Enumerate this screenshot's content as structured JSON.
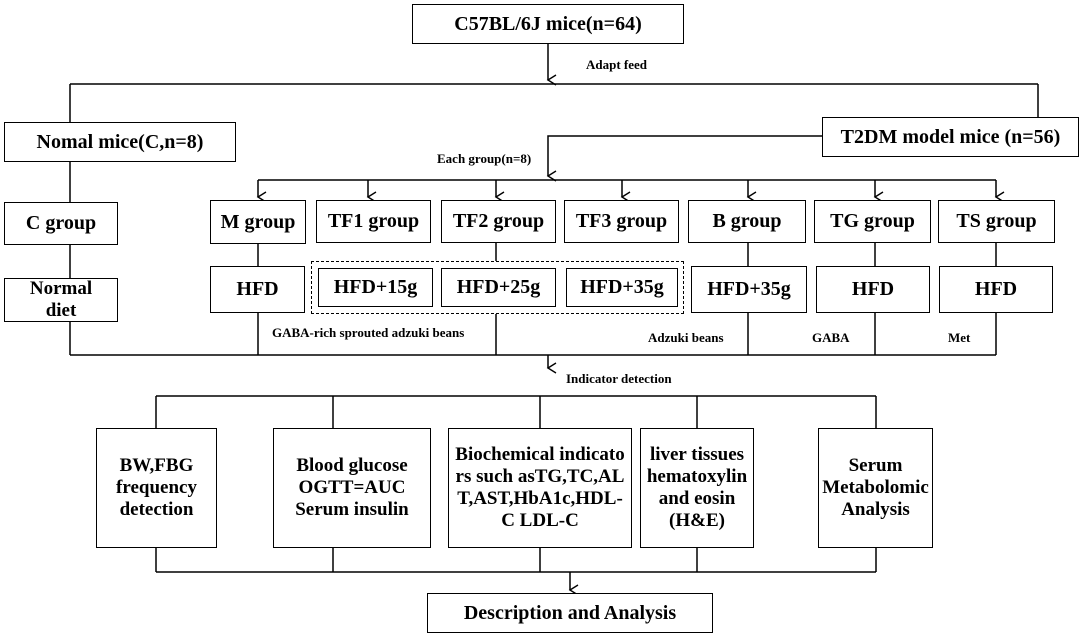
{
  "top": "C57BL/6J mice(n=64)",
  "adapt_feed": "Adapt feed",
  "normal_mice": "Nomal mice(C,n=8)",
  "t2dm_mice": "T2DM model mice (n=56)",
  "each_group": "Each group(n=8)",
  "groups": {
    "c": "C group",
    "m": "M group",
    "tf1": "TF1 group",
    "tf2": "TF2 group",
    "tf3": "TF3 group",
    "b": "B group",
    "tg": "TG group",
    "ts": "TS group"
  },
  "diets": {
    "c": "Normal diet",
    "m": "HFD",
    "tf1": "HFD+15g",
    "tf2": "HFD+25g",
    "tf3": "HFD+35g",
    "b": "HFD+35g",
    "tg": "HFD",
    "ts": "HFD"
  },
  "supplements": {
    "sprouted": "GABA-rich sprouted adzuki beans",
    "adzuki": "Adzuki beans",
    "gaba": "GABA",
    "met": "Met"
  },
  "indicator_detection": "Indicator detection",
  "indicators": {
    "i1": "BW,FBG frequency detection",
    "i2": "Blood glucose OGTT=AUC Serum insulin",
    "i3": "Biochemical indicators such asTG,TC,ALT,AST,HbA1c,HDL-C LDL-C",
    "i4": "liver tissues hematoxylin and eosin (H&E)",
    "i5": "Serum Metabolomic Analysis"
  },
  "final": "Description and Analysis"
}
